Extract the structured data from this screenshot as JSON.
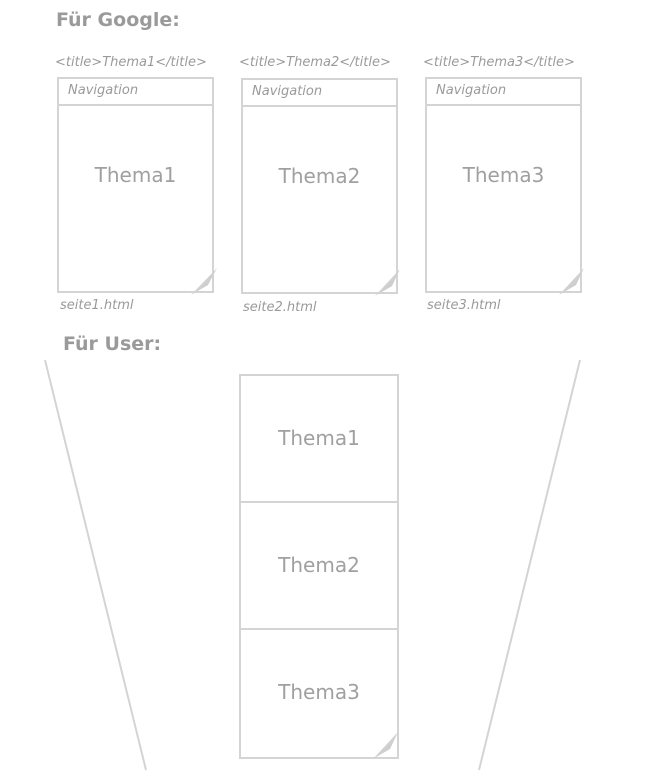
{
  "google": {
    "heading": "Für Google:",
    "pages": [
      {
        "title_tag": "<title>Thema1</title>",
        "nav": "Navigation",
        "topic": "Thema1",
        "file": "seite1.html"
      },
      {
        "title_tag": "<title>Thema2</title>",
        "nav": "Navigation",
        "topic": "Thema2",
        "file": "seite2.html"
      },
      {
        "title_tag": "<title>Thema3</title>",
        "nav": "Navigation",
        "topic": "Thema3",
        "file": "seite3.html"
      }
    ]
  },
  "user": {
    "heading": "Für User:",
    "sections": [
      "Thema1",
      "Thema2",
      "Thema3"
    ]
  }
}
